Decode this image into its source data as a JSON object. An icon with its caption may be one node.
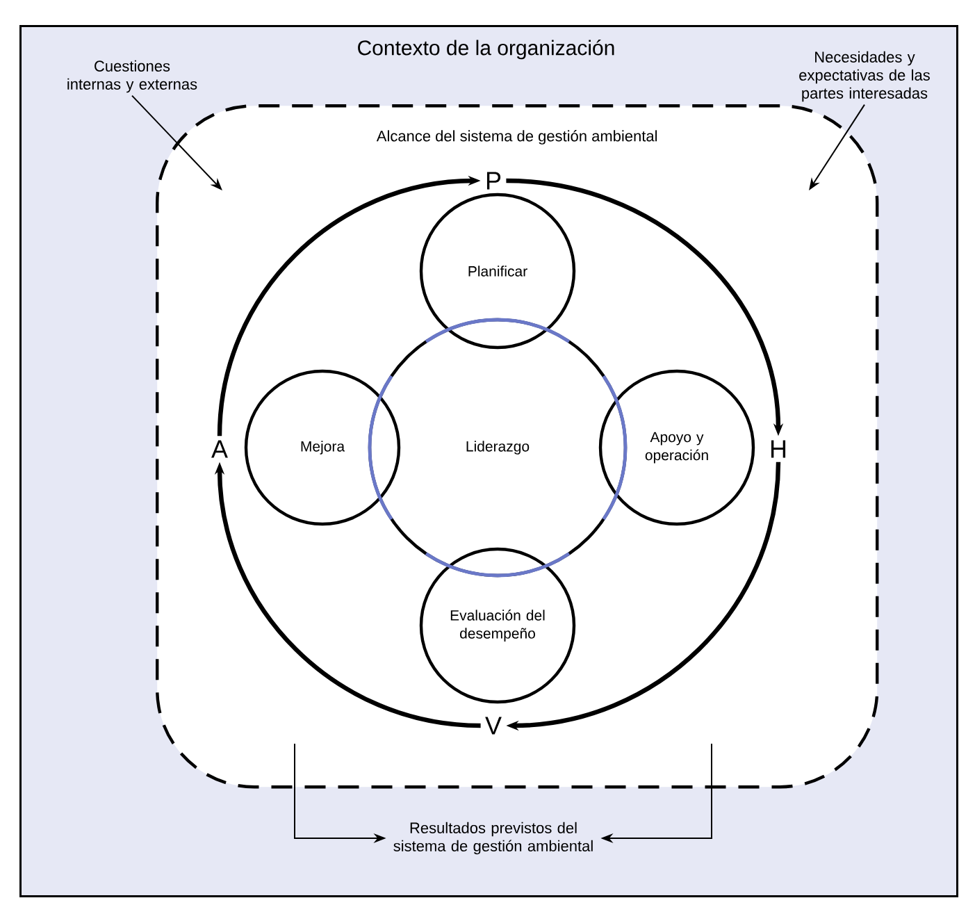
{
  "diagram": {
    "nodes": [
      {
        "text": [
          "Contexto de la organización"
        ]
      },
      {
        "text": [
          "Cuestiones internas y externas"
        ],
        "in": 0
      },
      {
        "text": [
          "Necesidades y expectativas de las partes interesadas"
        ],
        "in": 0
      },
      {
        "text": [
          "Alcance del sistema de gestión ambiental"
        ],
        "in": 0
      },
      {
        "text": [
          "P"
        ],
        "in": 3
      },
      {
        "text": [
          "H"
        ],
        "in": 3
      },
      {
        "text": [
          "V"
        ],
        "in": 3
      },
      {
        "text": [
          "A"
        ],
        "in": 3
      },
      {
        "text": [
          "Liderazgo"
        ],
        "in": 3
      },
      {
        "text": [
          "Planificar"
        ],
        "in": 3
      },
      {
        "text": [
          "Apoyo y operación"
        ],
        "in": 3
      },
      {
        "text": [
          "Evaluación del desempeño"
        ],
        "in": 3
      },
      {
        "text": [
          "Mejora"
        ],
        "in": 3
      },
      {
        "text": [
          "Resultados previstos del sistema de gestión ambiental"
        ],
        "in": 0
      }
    ],
    "edges": [
      {
        "from": 1,
        "to": 3,
        "arrow": "to"
      },
      {
        "from": 2,
        "to": 3,
        "arrow": "to"
      },
      {
        "from": 7,
        "to": 4,
        "arrow": "to",
        "style": "thick"
      },
      {
        "from": 4,
        "to": 5,
        "arrow": "to",
        "style": "thick"
      },
      {
        "from": 5,
        "to": 6,
        "arrow": "to",
        "style": "thick"
      },
      {
        "from": 6,
        "to": 7,
        "arrow": "to",
        "style": "thick"
      },
      {
        "from": 3,
        "to": 13,
        "arrow": "to"
      },
      {
        "from": 3,
        "to": 13,
        "arrow": "to"
      }
    ]
  }
}
